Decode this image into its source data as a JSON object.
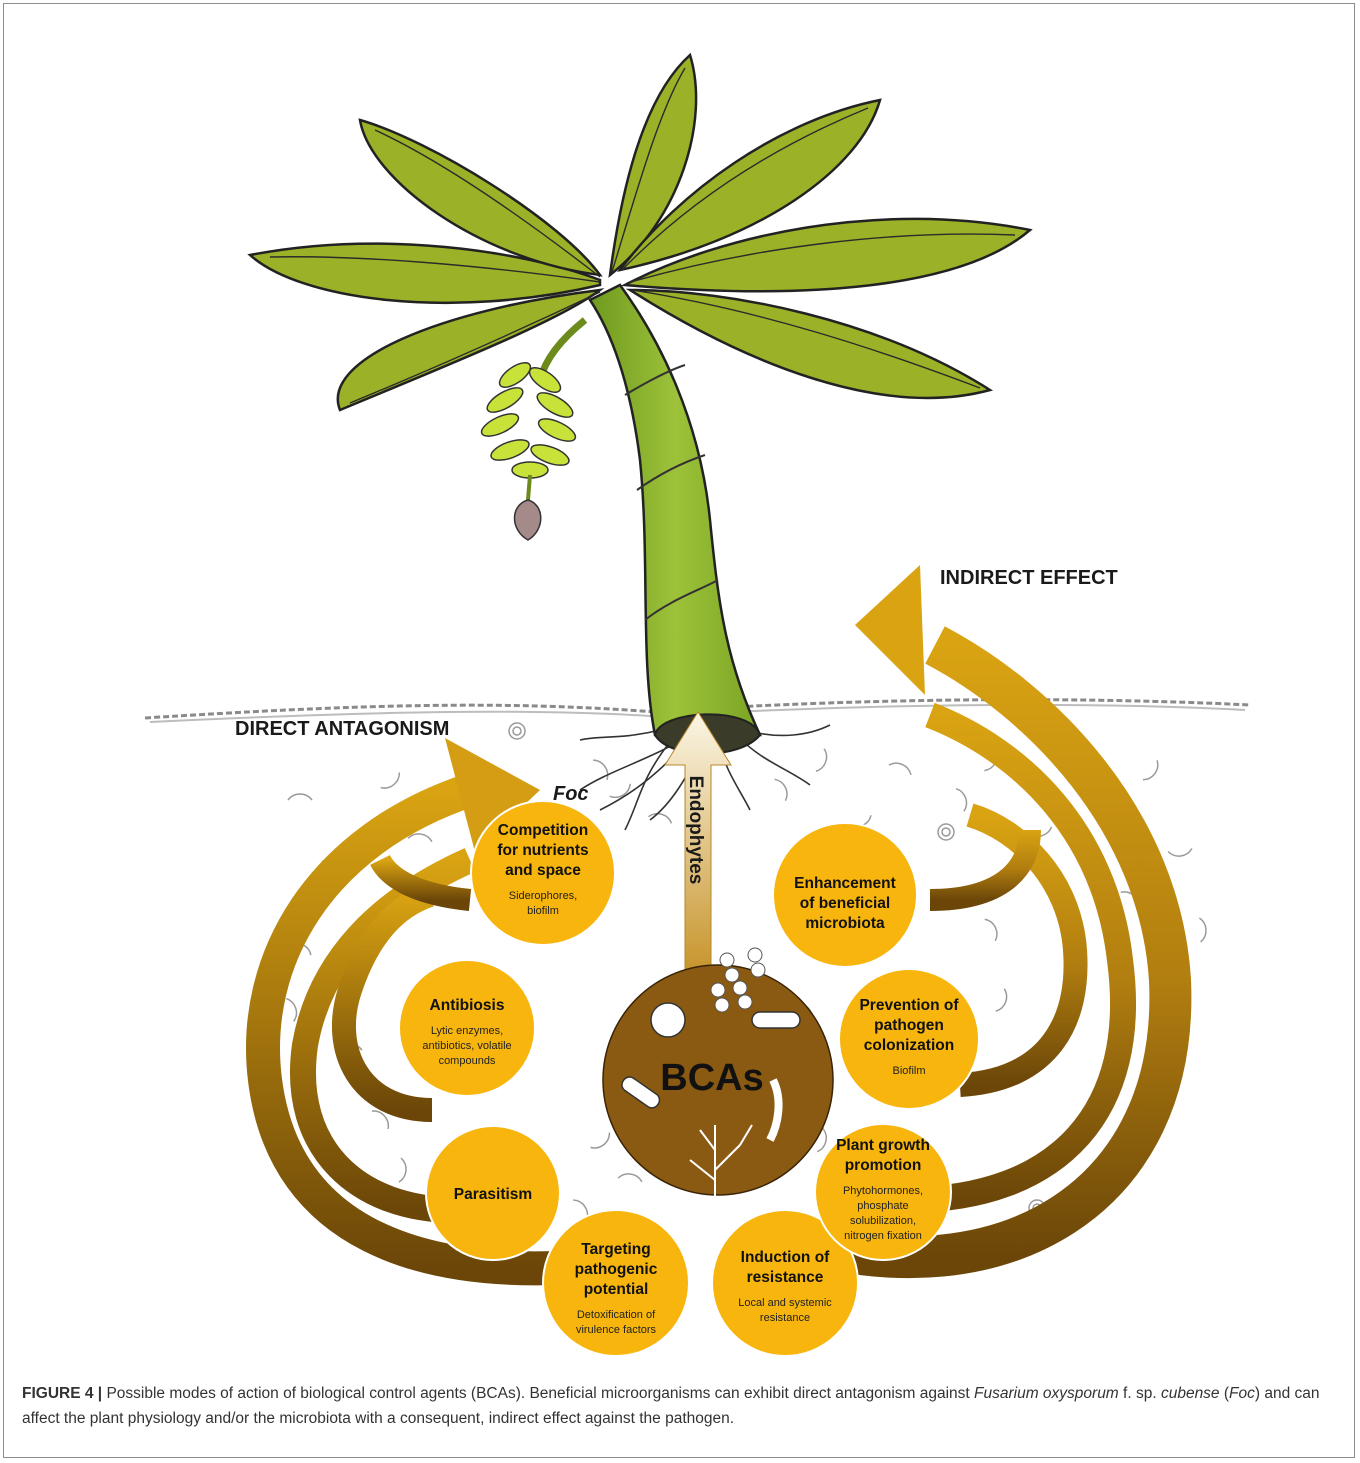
{
  "labels": {
    "direct": "DIRECT ANTAGONISM",
    "indirect": "INDIRECT EFFECT",
    "foc": "Foc",
    "endophytes": "Endophytes",
    "bcas": "BCAs"
  },
  "circles": {
    "competition": {
      "title": [
        "Competition",
        "for nutrients",
        "and space"
      ],
      "sub": [
        "Siderophores,",
        "biofilm"
      ]
    },
    "antibiosis": {
      "title": [
        "Antibiosis"
      ],
      "sub": [
        "Lytic enzymes,",
        "antibiotics, volatile",
        "compounds"
      ]
    },
    "parasitism": {
      "title": [
        "Parasitism"
      ],
      "sub": []
    },
    "targeting": {
      "title": [
        "Targeting",
        "pathogenic",
        "potential"
      ],
      "sub": [
        "Detoxification of",
        "virulence factors"
      ]
    },
    "induction": {
      "title": [
        "Induction of",
        "resistance"
      ],
      "sub": [
        "Local and systemic",
        "resistance"
      ]
    },
    "growth": {
      "title": [
        "Plant growth",
        "promotion"
      ],
      "sub": [
        "Phytohormones,",
        "phosphate",
        "solubilization,",
        "nitrogen fixation"
      ]
    },
    "prevention": {
      "title": [
        "Prevention of",
        "pathogen",
        "colonization"
      ],
      "sub": [
        "Biofilm"
      ]
    },
    "enhancement": {
      "title": [
        "Enhancement",
        "of beneficial",
        "microbiota"
      ],
      "sub": []
    }
  },
  "caption": {
    "label": "FIGURE 4 |",
    "part1": " Possible modes of action of biological control agents (BCAs). Beneficial microorganisms can exhibit direct antagonism against ",
    "species": "Fusarium oxysporum",
    "part2": " f. sp. ",
    "subspecies": "cubense",
    "part3": " (",
    "abbr": "Foc",
    "part4": ") and can affect the plant physiology and/or the microbiota with a consequent, indirect effect against the pathogen."
  },
  "colors": {
    "circle_fill": "#f7b50e",
    "bca_fill": "#8a5a12",
    "arrow_gold": "#d9a312",
    "arrow_brown": "#6b4608",
    "leaf": "#9bb128",
    "stem": "#8fb32c"
  }
}
